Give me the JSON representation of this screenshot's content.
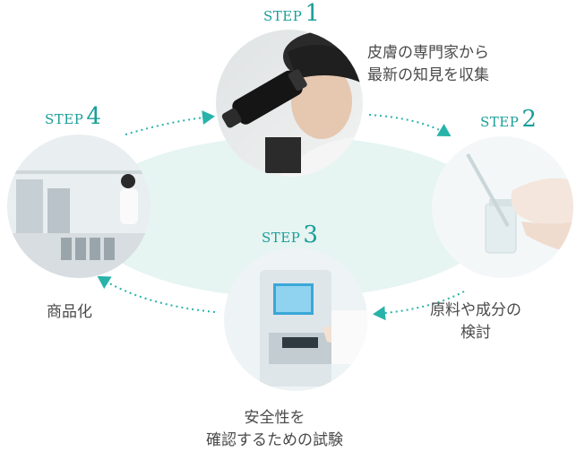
{
  "steps": [
    {
      "word": "STEP",
      "num": "1",
      "label": [
        "皮膚の専門家から",
        "最新の知見を収集"
      ]
    },
    {
      "word": "STEP",
      "num": "2",
      "label": [
        "原料や成分の",
        "検討"
      ]
    },
    {
      "word": "STEP",
      "num": "3",
      "label": [
        "安全性を",
        "確認するための試験"
      ]
    },
    {
      "word": "STEP",
      "num": "4",
      "label": [
        "商品化"
      ]
    }
  ],
  "colors": {
    "accent": "#1a9e98",
    "ring": "#e6f4f2",
    "arrow": "#27b3aa"
  }
}
